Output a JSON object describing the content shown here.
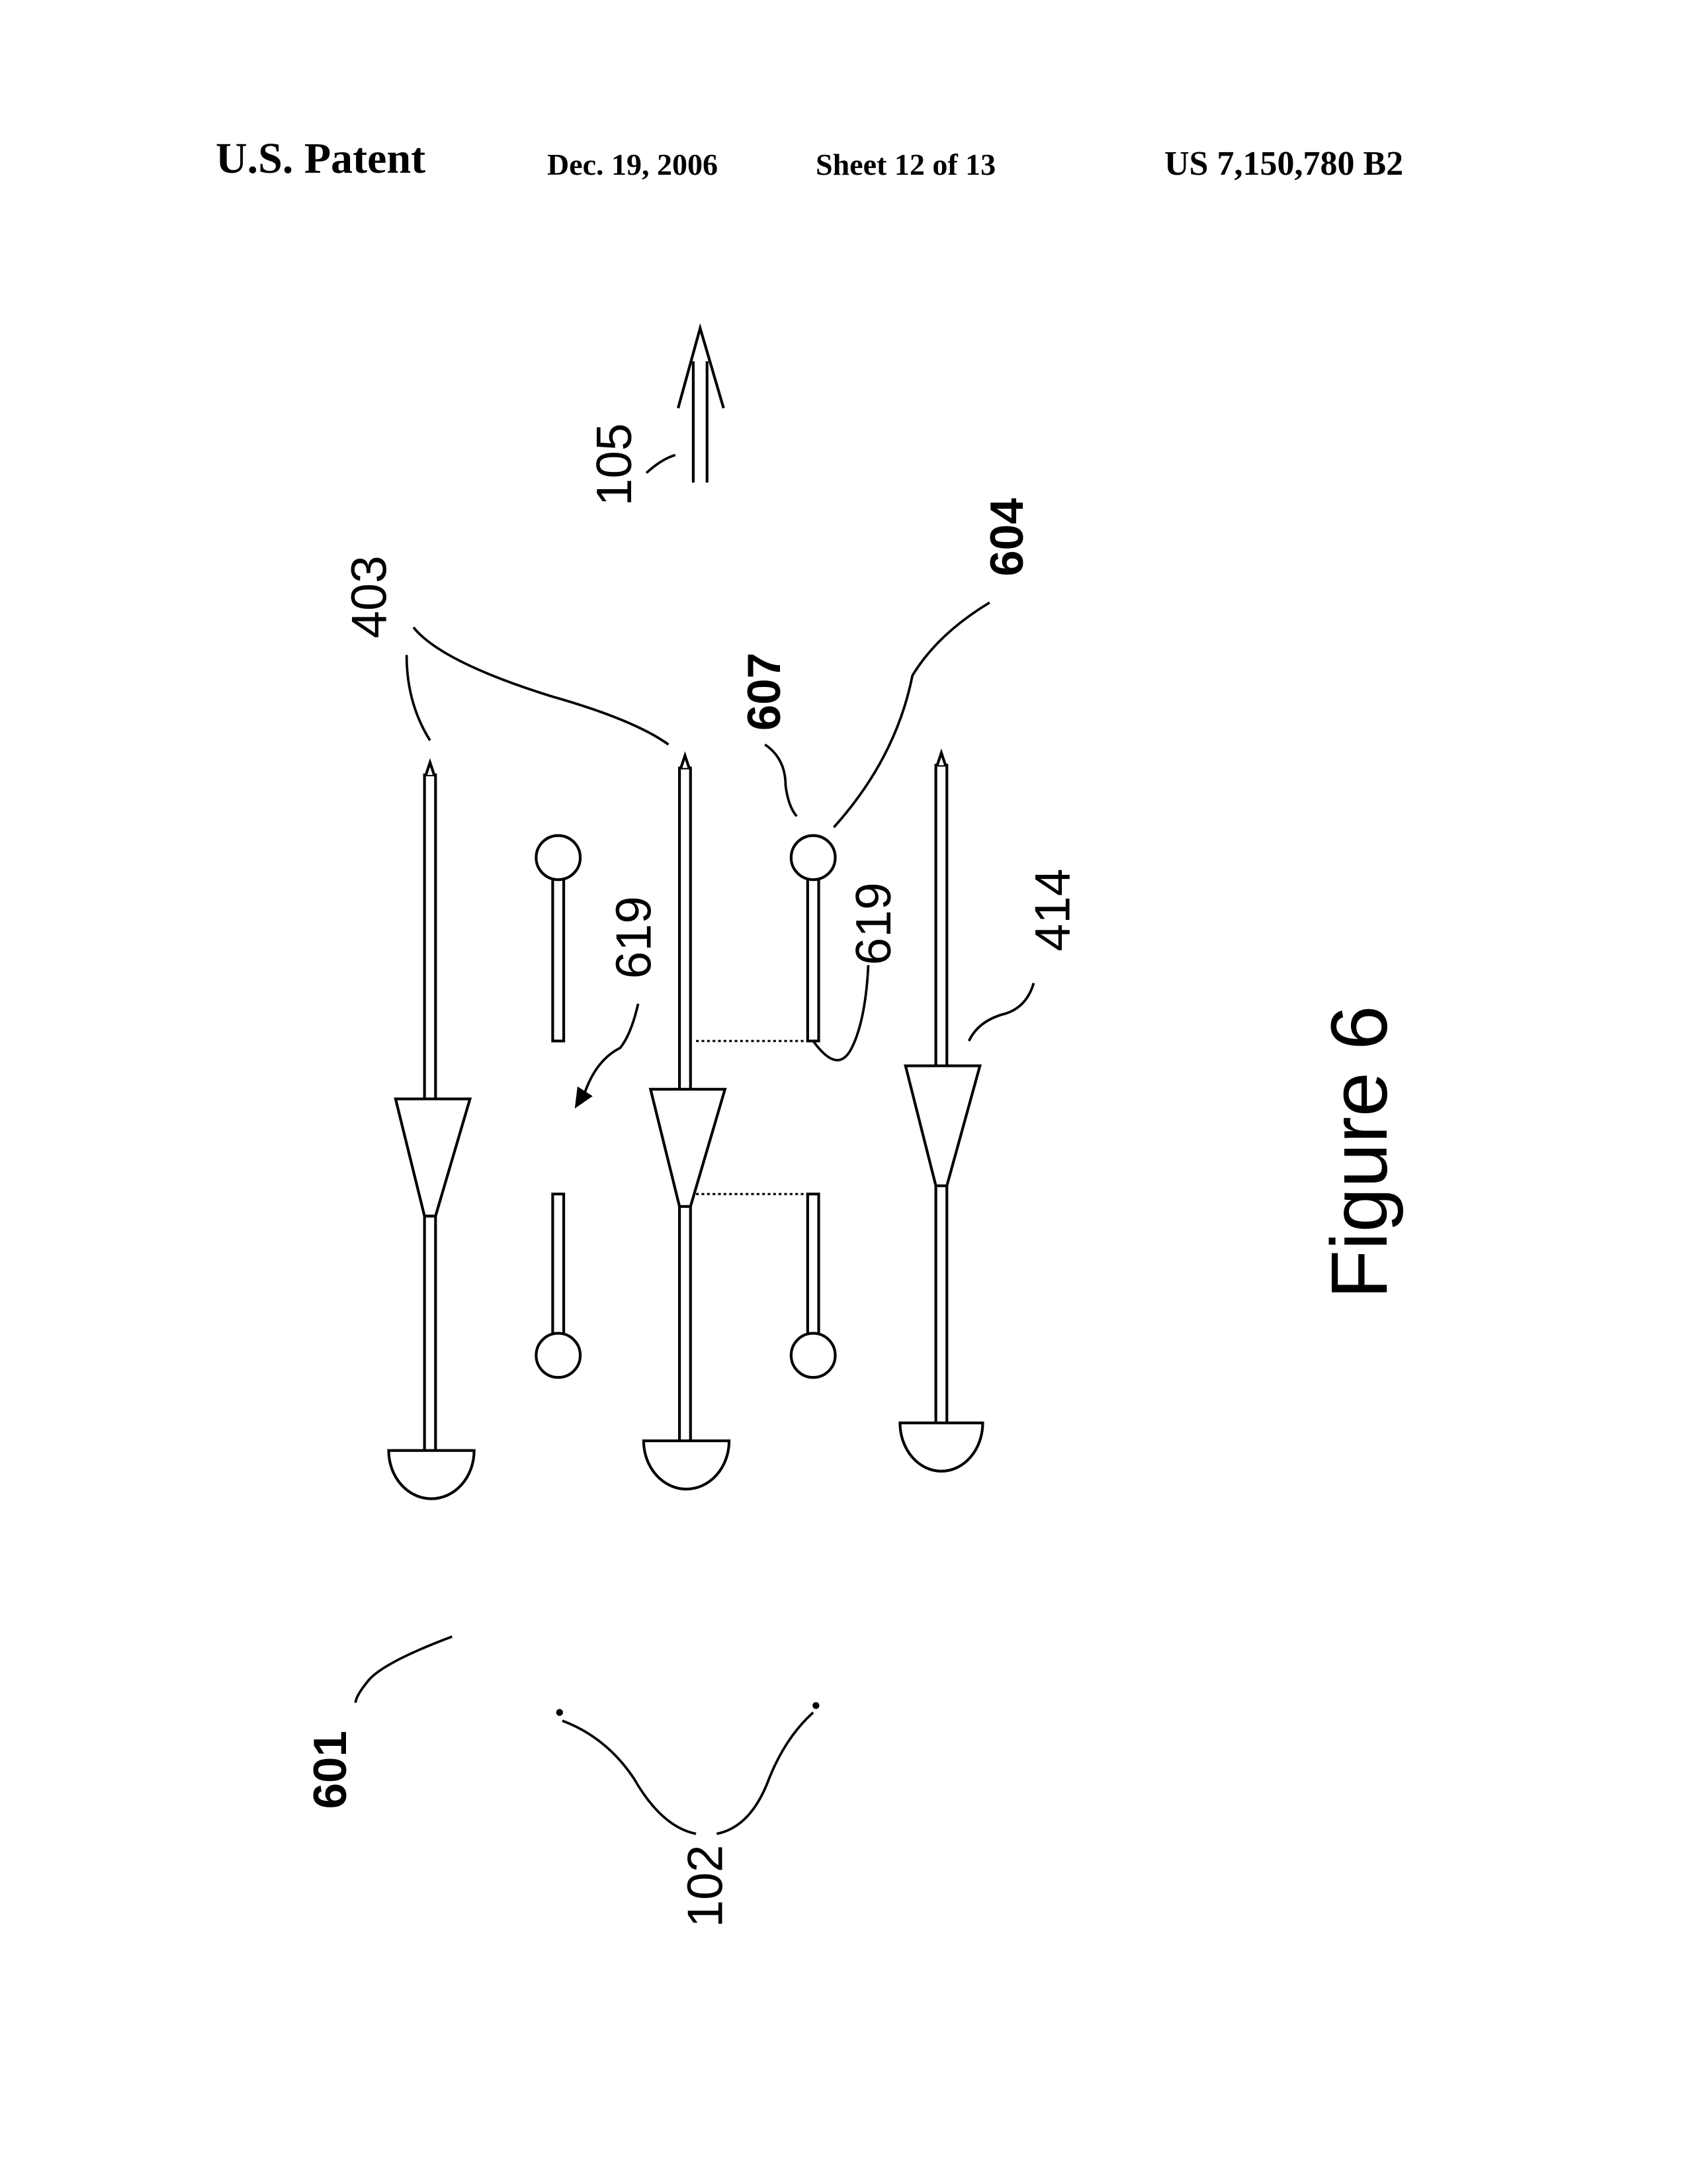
{
  "header": {
    "title": "U.S. Patent",
    "date": "Dec. 19, 2006",
    "sheet": "Sheet 12 of 13",
    "patent_number": "US 7,150,780 B2"
  },
  "figure": {
    "caption": "Figure 6",
    "labels": {
      "direction": "105",
      "pins": "403",
      "pin_414": "414",
      "element_604": "604",
      "element_607": "607",
      "gap_left": "619",
      "gap_right": "619",
      "element_601": "601",
      "element_102": "102"
    }
  }
}
